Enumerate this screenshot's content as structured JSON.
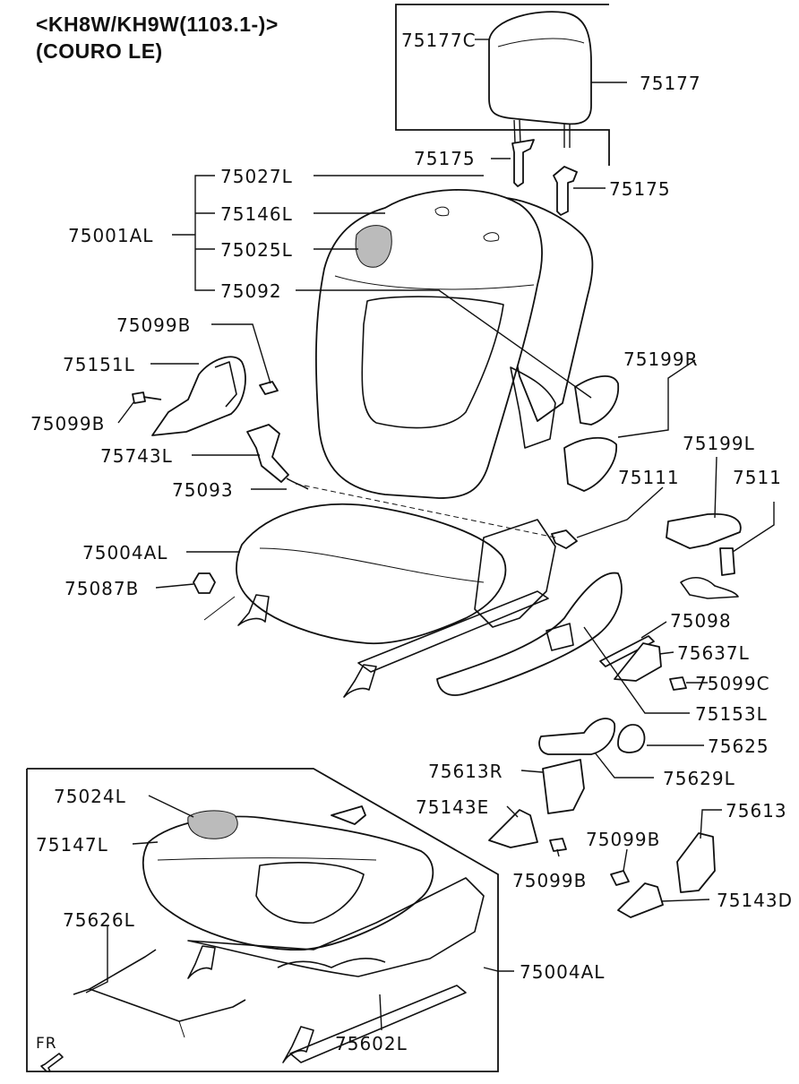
{
  "header": {
    "model_line": "<KH8W/KH9W(1103.1-)>",
    "trim_line": "(COURO LE)"
  },
  "orientation_marker": "FR",
  "part_labels": {
    "p75177C": "75177C",
    "p75177": "75177",
    "p75175_left": "75175",
    "p75175_right": "75175",
    "p75027L": "75027L",
    "p75146L": "75146L",
    "p75001AL": "75001AL",
    "p75025L": "75025L",
    "p75092": "75092",
    "p75099B_top": "75099B",
    "p75151L": "75151L",
    "p75099B_left": "75099B",
    "p75743L": "75743L",
    "p75093": "75093",
    "p75199R": "75199R",
    "p75199L": "75199L",
    "p75111_a": "75111",
    "p75111_b": "7511",
    "p75004AL_main": "75004AL",
    "p75087B": "75087B",
    "p75098": "75098",
    "p75637L": "75637L",
    "p75099C": "75099C",
    "p75153L": "75153L",
    "p75625": "75625",
    "p75629L": "75629L",
    "p75613R": "75613R",
    "p75143E": "75143E",
    "p75613": "75613",
    "p75099B_mid": "75099B",
    "p75099B_low": "75099B",
    "p75143D": "75143D",
    "p75024L": "75024L",
    "p75147L": "75147L",
    "p75626L": "75626L",
    "p75004AL_inset": "75004AL",
    "p75602L": "75602L"
  }
}
